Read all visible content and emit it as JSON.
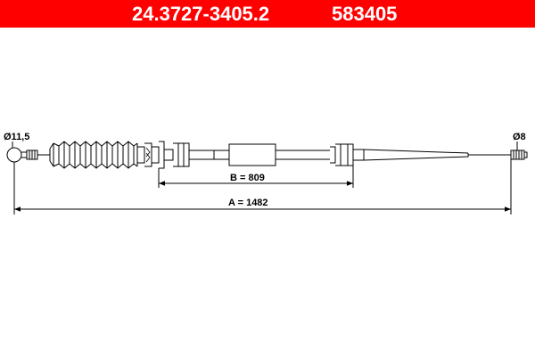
{
  "header": {
    "part_number": "24.3727-3405.2",
    "article_number": "583405",
    "background": "#ff0000",
    "text_color": "#ffffff"
  },
  "drawing": {
    "left_end_diameter": "Ø11,5",
    "right_end_diameter": "Ø8",
    "dimension_b": "B = 809",
    "dimension_a": "A = 1482",
    "line_color": "#000000"
  }
}
